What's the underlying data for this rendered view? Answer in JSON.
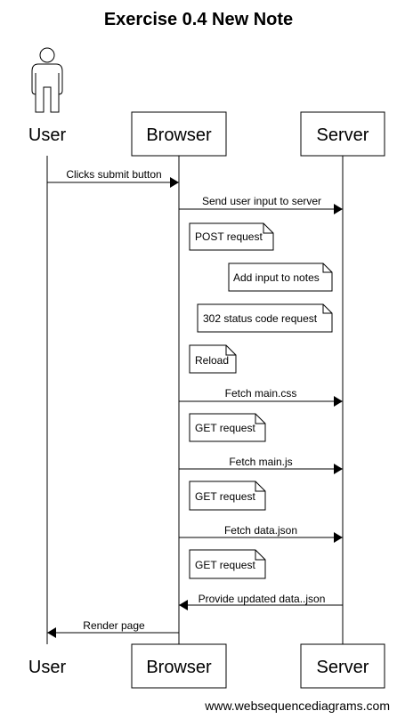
{
  "title": "Exercise 0.4 New Note",
  "participants": {
    "user": "User",
    "browser": "Browser",
    "server": "Server"
  },
  "messages": [
    "Clicks submit button",
    "Send user input to server",
    "Fetch main.css",
    "Fetch main.js",
    "Fetch data.json",
    "Provide updated data..json",
    "Render page"
  ],
  "notes": [
    "POST request",
    "Add input to notes",
    "302 status code request",
    "Reload",
    "GET request",
    "GET request",
    "GET request"
  ],
  "footer": "www.websequencediagrams.com"
}
